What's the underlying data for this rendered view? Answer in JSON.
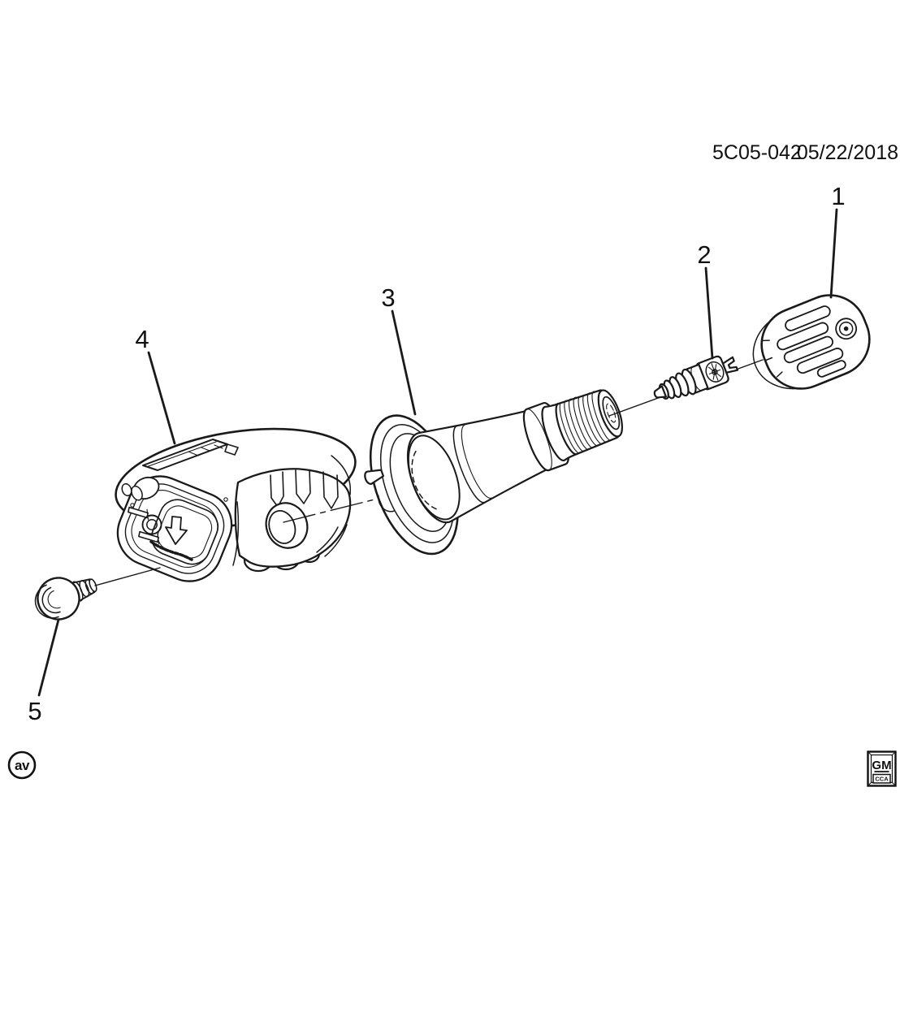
{
  "header": {
    "drawing_number": "5C05-042",
    "date": "05/22/2018"
  },
  "callouts": {
    "c1": "1",
    "c2": "2",
    "c3": "3",
    "c4": "4",
    "c5": "5"
  },
  "logos": {
    "publisher_mark": "av",
    "gm": "GM",
    "gm_division": "CCA"
  },
  "colors": {
    "background": "#ffffff",
    "line": "#1a1a1a"
  }
}
